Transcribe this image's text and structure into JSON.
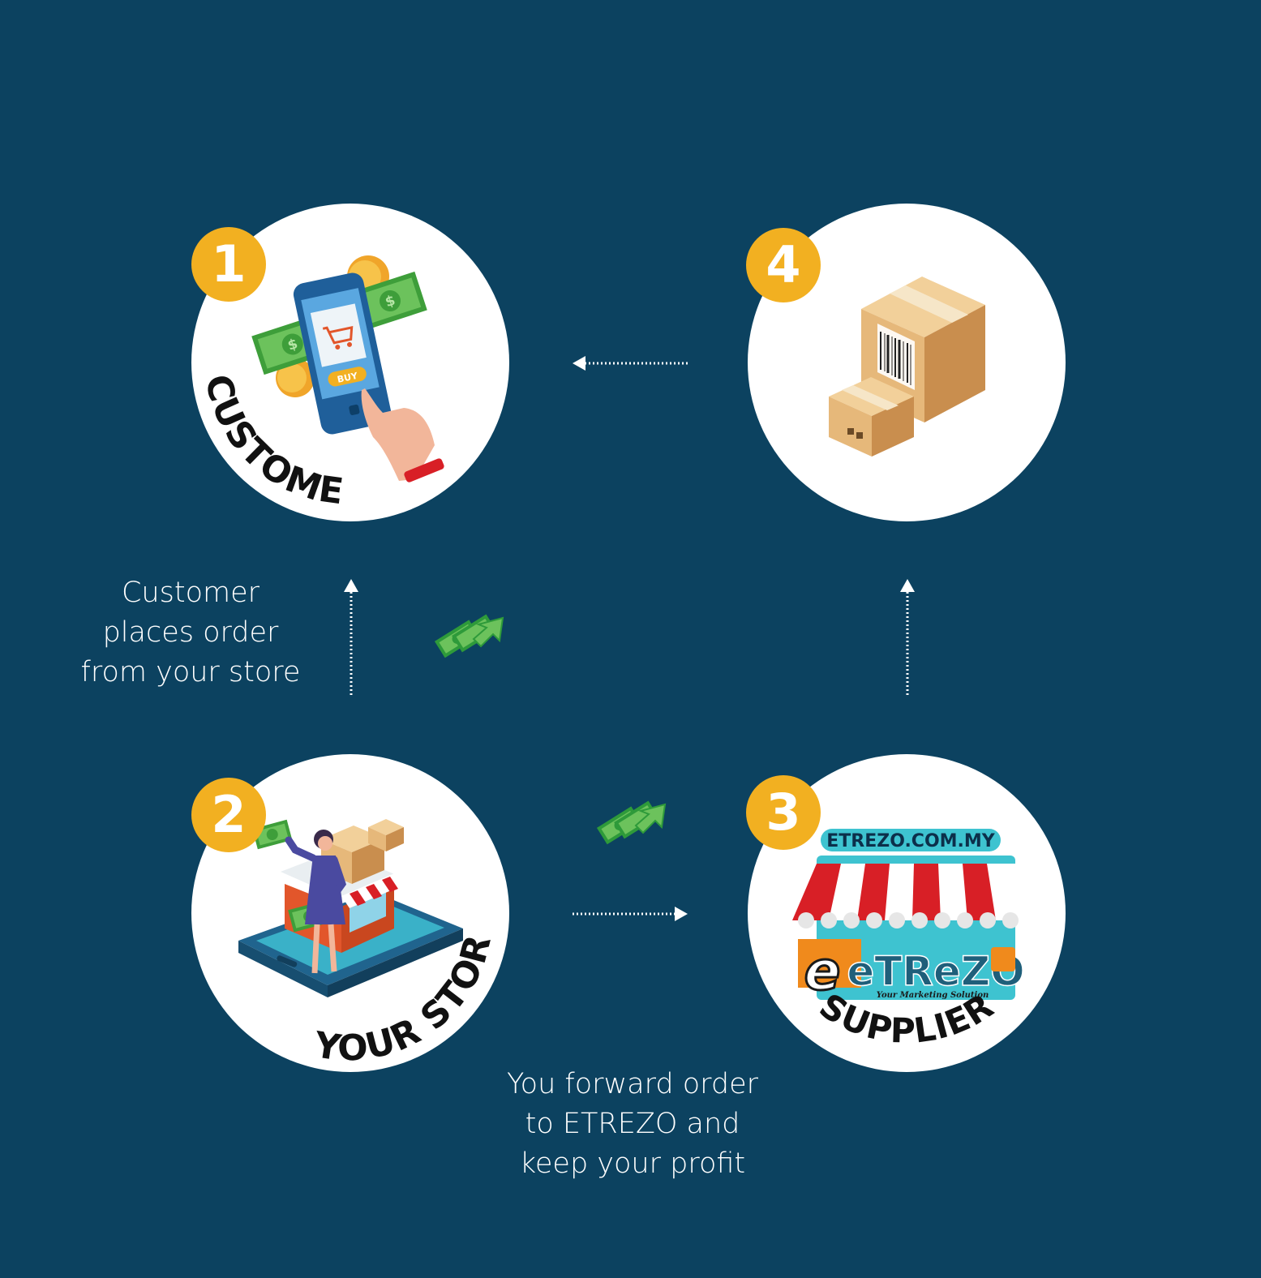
{
  "background_color": "#0c4260",
  "badge_color": "#f2b021",
  "steps": [
    {
      "number": "1",
      "label": "CUSTOMER",
      "icon": "phone-buy-icon"
    },
    {
      "number": "2",
      "label": "YOUR STORE",
      "icon": "mobile-store-icon"
    },
    {
      "number": "3",
      "label": "SUPPLIER",
      "icon": "etrezo-shop-icon"
    },
    {
      "number": "4",
      "label": "",
      "icon": "cardboard-boxes-icon"
    }
  ],
  "supplier_logo": {
    "banner": "ETREZO.COM.MY",
    "brand": "eTReZO",
    "tagline": "Your Marketing Solution"
  },
  "captions": {
    "customer_order": [
      "Customer",
      "places order",
      "from your store"
    ],
    "forward_order": [
      "You forward order",
      "to ETREZO and",
      "keep your profit"
    ]
  },
  "arrows": [
    {
      "name": "arrow-store-to-customer",
      "direction": "up"
    },
    {
      "name": "arrow-store-to-supplier",
      "direction": "right"
    },
    {
      "name": "arrow-supplier-to-shipping",
      "direction": "up"
    },
    {
      "name": "arrow-shipping-to-customer",
      "direction": "left"
    }
  ]
}
